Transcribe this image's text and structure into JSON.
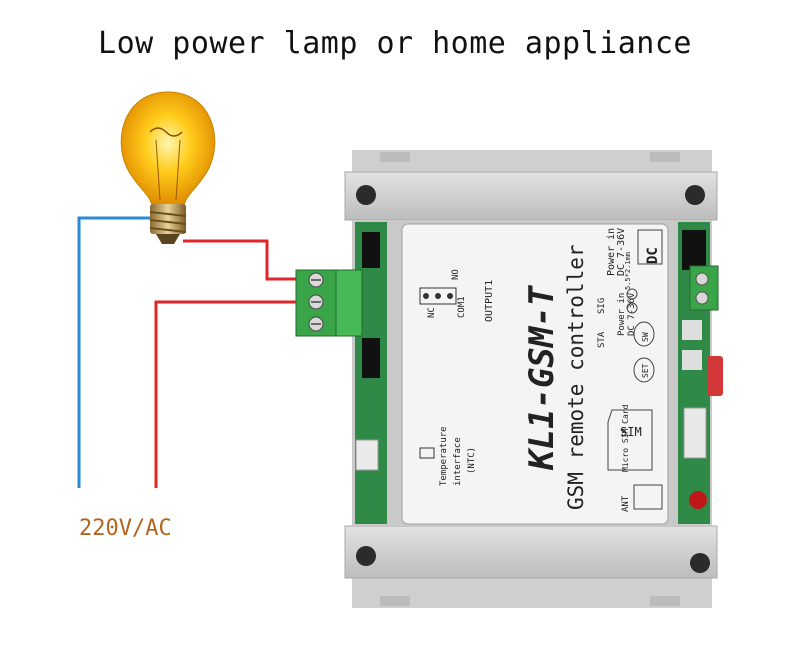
{
  "heading": "Low power lamp or home appliance",
  "supply_label": "220V/AC",
  "device": {
    "model": "KL1-GSM-T",
    "name": "GSM remote controller",
    "power_in": "Power in",
    "power_range": "DC 7-36V",
    "dc_label": "DC",
    "jack_label": "5.5*2.1mm",
    "power_in_2": "Power in",
    "power_range_2": "DC 7-36V",
    "terminal_nc": "NC",
    "terminal_com": "COM1",
    "terminal_no": "NO",
    "output_label": "OUTPUT1",
    "temp_line1": "Temperature",
    "temp_line2": "interface",
    "temp_line3": "(NTC)",
    "sig_label": "SIG",
    "sta_label": "STA",
    "sw_label": "SW",
    "set_label": "SET",
    "sim_label": "SIM",
    "micro_sim_label": "Micro SIM Card",
    "ant_label": "ANT"
  },
  "colors": {
    "live_wire": "#e0262a",
    "neutral_wire": "#2a8ad6",
    "terminal_green": "#3aa548",
    "enclosure": "#d8d8d8"
  }
}
